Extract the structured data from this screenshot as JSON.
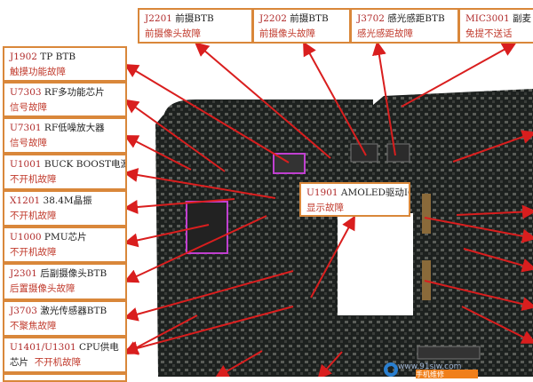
{
  "labels": {
    "j2201": {
      "code": "J2201",
      "name": " 前摄BTB",
      "fault": "前摄像头故障"
    },
    "j2202": {
      "code": "J2202",
      "name": " 前摄BTB",
      "fault": "前摄像头故障"
    },
    "j3702": {
      "code": "J3702",
      "name": " 感光感距BTB",
      "fault": "感光感距故障"
    },
    "mic3001": {
      "code": "MIC3001",
      "name": " 副麦",
      "fault": "免提不送话"
    },
    "j1902": {
      "code": "J1902",
      "name": " TP BTB",
      "fault": "触摸功能故障"
    },
    "u7303": {
      "code": "U7303",
      "name": " RF多功能芯片",
      "fault": "信号故障"
    },
    "u7301": {
      "code": "U7301",
      "name": " RF低噪放大器",
      "fault": "信号故障"
    },
    "u1001": {
      "code": "U1001",
      "name": " BUCK BOOST电源",
      "fault": "不开机故障"
    },
    "x1201": {
      "code": "X1201",
      "name": " 38.4M晶振",
      "fault": "不开机故障"
    },
    "u1000": {
      "code": "U1000",
      "name": " PMU芯片",
      "fault": "不开机故障"
    },
    "j2301": {
      "code": "J2301",
      "name": " 后副摄像头BTB",
      "fault": "后置摄像头故障"
    },
    "j3703": {
      "code": "J3703",
      "name": " 激光传感器BTB",
      "fault": "不聚焦故障"
    },
    "u1401": {
      "code": "U1401/U1301",
      "name": " CPU供电",
      "name2": "芯片",
      "fault": "不开机故障"
    },
    "u1901": {
      "code": "U1901",
      "name": " AMOLED驱动IC",
      "fault": "显示故障"
    }
  },
  "watermark": {
    "url": "www.91sjw.com",
    "text": "手机维修"
  },
  "colors": {
    "box_border": "#d9873a",
    "code": "#b02a2a",
    "fault": "#c0392b",
    "arrow": "#d91e1e",
    "board": "#1c1f1d",
    "highlight": "#c040d0"
  }
}
